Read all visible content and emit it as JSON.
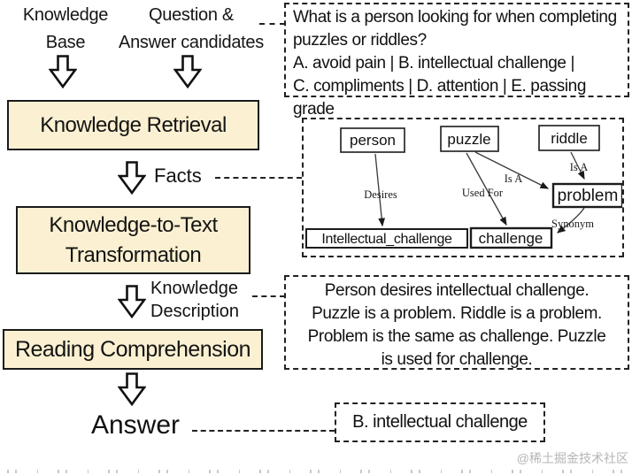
{
  "flow": {
    "input_left": [
      "Knowledge",
      "Base"
    ],
    "input_right": [
      "Question &",
      "Answer candidates"
    ],
    "stage1": "Knowledge Retrieval",
    "facts_label": "Facts",
    "stage2": [
      "Knowledge-to-Text",
      "Transformation"
    ],
    "kd_label": [
      "Knowledge",
      "Description"
    ],
    "stage3": "Reading Comprehension",
    "answer_label": "Answer"
  },
  "question_box": {
    "lines": [
      "What is a person looking for when completing",
      "puzzles or riddles?",
      "A. avoid pain | B. intellectual challenge |",
      "C. compliments | D. attention | E. passing grade"
    ]
  },
  "knowledge_graph": {
    "nodes": [
      {
        "label": "person"
      },
      {
        "label": "puzzle"
      },
      {
        "label": "riddle"
      },
      {
        "label": "problem"
      },
      {
        "label": "Intellectual_challenge"
      },
      {
        "label": "challenge"
      }
    ],
    "edges": [
      {
        "from": "person",
        "to": "Intellectual_challenge",
        "label": "Desires"
      },
      {
        "from": "puzzle",
        "to": "challenge",
        "label": "Used For"
      },
      {
        "from": "puzzle",
        "to": "problem",
        "label": "Is A"
      },
      {
        "from": "riddle",
        "to": "problem",
        "label": "Is A"
      },
      {
        "from": "problem",
        "to": "challenge",
        "label": "Synonym"
      }
    ]
  },
  "description_box": {
    "lines": [
      "Person desires intellectual challenge.",
      "Puzzle is a problem. Riddle is a problem.",
      "Problem is the same as challenge. Puzzle",
      "is used for challenge."
    ]
  },
  "answer_box": {
    "text": "B. intellectual challenge"
  },
  "watermark": "@稀土掘金技术社区",
  "colors": {
    "stage_fill": "#FBF1D2",
    "stage_border": "#1a1a1a",
    "dashed_border": "#222222",
    "watermark": "#b5b5b5"
  }
}
